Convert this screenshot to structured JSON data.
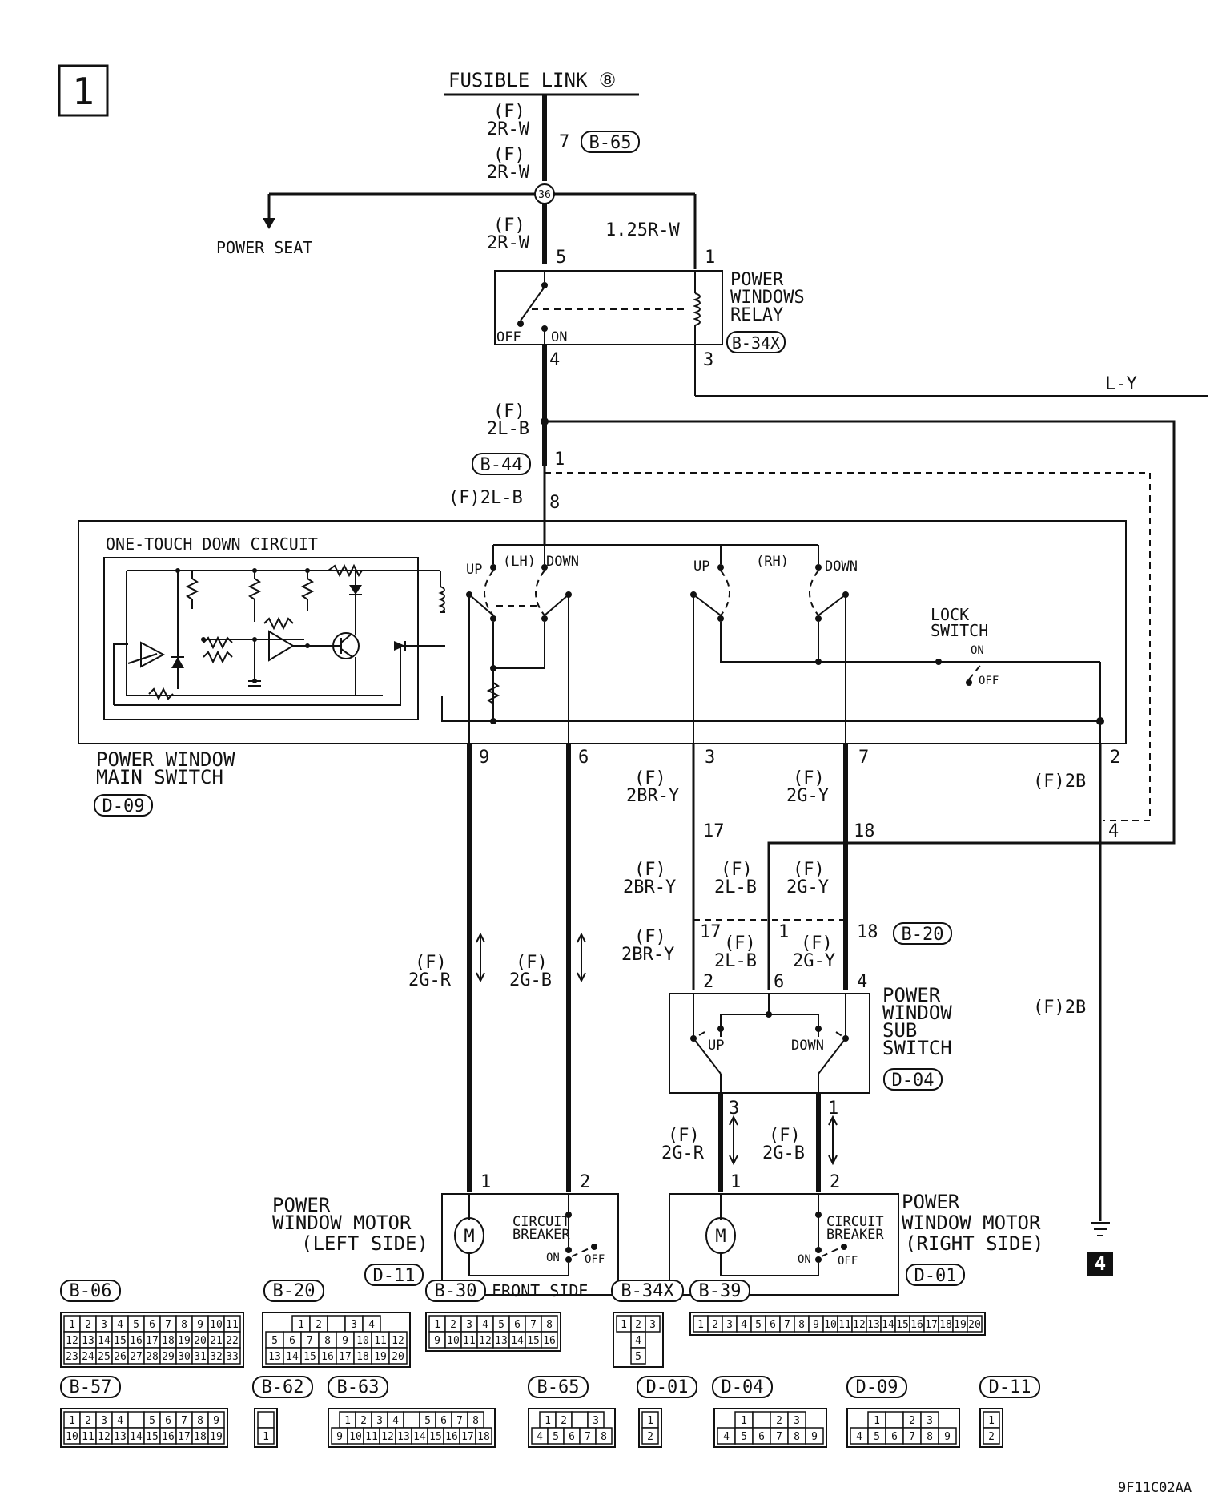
{
  "page_number": "1",
  "diagram_code": "9F11C02AA",
  "fusible_link": "FUSIBLE LINK ⑧",
  "power_seat": "POWER SEAT",
  "junction": "36",
  "wires": {
    "f": "(F)",
    "w_2rw": "2R-W",
    "w_125rw": "1.25R-W",
    "w_ly": "L-Y",
    "w_2lb": "2L-B",
    "w_f2lb": "(F)2L-B",
    "w_2bry": "2BR-Y",
    "w_2gy": "2G-Y",
    "w_f2b": "(F)2B",
    "w_2gr": "2G-R",
    "w_2gb": "2G-B"
  },
  "pins": {
    "p1": "1",
    "p2": "2",
    "p3": "3",
    "p4": "4",
    "p5": "5",
    "p6": "6",
    "p7": "7",
    "p8": "8",
    "p9": "9",
    "p17": "17",
    "p18": "18"
  },
  "relay": {
    "name_lines": [
      "POWER",
      "WINDOWS",
      "RELAY"
    ],
    "off": "OFF",
    "on": "ON"
  },
  "main_switch": {
    "name_lines": [
      "POWER WINDOW",
      "MAIN SWITCH"
    ],
    "circuit": "ONE-TOUCH DOWN CIRCUIT",
    "up": "UP",
    "down": "DOWN",
    "lh": "(LH)",
    "rh": "(RH)",
    "lock_lines": [
      "LOCK",
      "SWITCH"
    ],
    "on": "ON",
    "off": "OFF"
  },
  "sub_switch": {
    "name_lines": [
      "POWER",
      "WINDOW",
      "SUB",
      "SWITCH"
    ],
    "up": "UP",
    "down": "DOWN"
  },
  "motor_left": {
    "name_lines": [
      "POWER",
      "WINDOW MOTOR",
      "(LEFT SIDE)"
    ],
    "cb_lines": [
      "CIRCUIT",
      "BREAKER"
    ],
    "motor": "M",
    "on": "ON",
    "off": "OFF"
  },
  "motor_right": {
    "name_lines": [
      "POWER",
      "WINDOW MOTOR",
      "(RIGHT SIDE)"
    ],
    "cb_lines": [
      "CIRCUIT",
      "BREAKER"
    ],
    "motor": "M",
    "on": "ON",
    "off": "OFF"
  },
  "ground_ref": "4",
  "connector_refs": {
    "b65": "B-65",
    "b34x": "B-34X",
    "b44": "B-44",
    "b20": "B-20",
    "d09": "D-09",
    "d04": "D-04",
    "d11": "D-11",
    "d01": "D-01"
  },
  "connectors": [
    {
      "id": "B-06",
      "rows": [
        [
          "1",
          "2",
          "3",
          "4",
          "5",
          "6",
          "7",
          "8",
          "9",
          "10",
          "11"
        ],
        [
          "12",
          "13",
          "14",
          "15",
          "16",
          "17",
          "18",
          "19",
          "20",
          "21",
          "22"
        ],
        [
          "23",
          "24",
          "25",
          "26",
          "27",
          "28",
          "29",
          "30",
          "31",
          "32",
          "33"
        ]
      ]
    },
    {
      "id": "B-20",
      "rows": [
        [
          "1",
          "2",
          "",
          "3",
          "4"
        ],
        [
          "5",
          "6",
          "7",
          "8",
          "9",
          "10",
          "11",
          "12"
        ],
        [
          "13",
          "14",
          "15",
          "16",
          "17",
          "18",
          "19",
          "20"
        ]
      ]
    },
    {
      "id": "B-30",
      "caption": "FRONT SIDE",
      "rows": [
        [
          "1",
          "2",
          "3",
          "4",
          "5",
          "6",
          "7",
          "8"
        ],
        [
          "9",
          "10",
          "11",
          "12",
          "13",
          "14",
          "15",
          "16"
        ]
      ]
    },
    {
      "id": "B-34X",
      "rows": [
        [
          "1",
          "2",
          "3"
        ],
        [
          "4"
        ],
        [
          "5"
        ]
      ]
    },
    {
      "id": "B-39",
      "rows": [
        [
          "1",
          "2",
          "3",
          "4",
          "5",
          "6",
          "7",
          "8",
          "9",
          "10",
          "11",
          "12",
          "13",
          "14",
          "15",
          "16",
          "17",
          "18",
          "19",
          "20"
        ]
      ]
    },
    {
      "id": "B-57",
      "rows": [
        [
          "1",
          "2",
          "3",
          "4",
          "",
          "5",
          "6",
          "7",
          "8",
          "9"
        ],
        [
          "10",
          "11",
          "12",
          "13",
          "14",
          "15",
          "16",
          "17",
          "18",
          "19"
        ]
      ]
    },
    {
      "id": "B-62",
      "rows": [
        [
          ""
        ],
        [
          "1"
        ]
      ]
    },
    {
      "id": "B-63",
      "rows": [
        [
          "1",
          "2",
          "3",
          "4",
          "",
          "5",
          "6",
          "7",
          "8"
        ],
        [
          "9",
          "10",
          "11",
          "12",
          "13",
          "14",
          "15",
          "16",
          "17",
          "18"
        ]
      ]
    },
    {
      "id": "B-65",
      "rows": [
        [
          "1",
          "2",
          "",
          "3"
        ],
        [
          "4",
          "5",
          "6",
          "7",
          "8"
        ]
      ]
    },
    {
      "id": "D-01",
      "rows": [
        [
          "1"
        ],
        [
          "2"
        ]
      ]
    },
    {
      "id": "D-04",
      "rows": [
        [
          "1",
          "",
          "2",
          "3"
        ],
        [
          "4",
          "5",
          "6",
          "7",
          "8",
          "9"
        ]
      ]
    },
    {
      "id": "D-09",
      "rows": [
        [
          "1",
          "",
          "2",
          "3"
        ],
        [
          "4",
          "5",
          "6",
          "7",
          "8",
          "9"
        ]
      ]
    },
    {
      "id": "D-11",
      "rows": [
        [
          "1"
        ],
        [
          "2"
        ]
      ]
    }
  ]
}
